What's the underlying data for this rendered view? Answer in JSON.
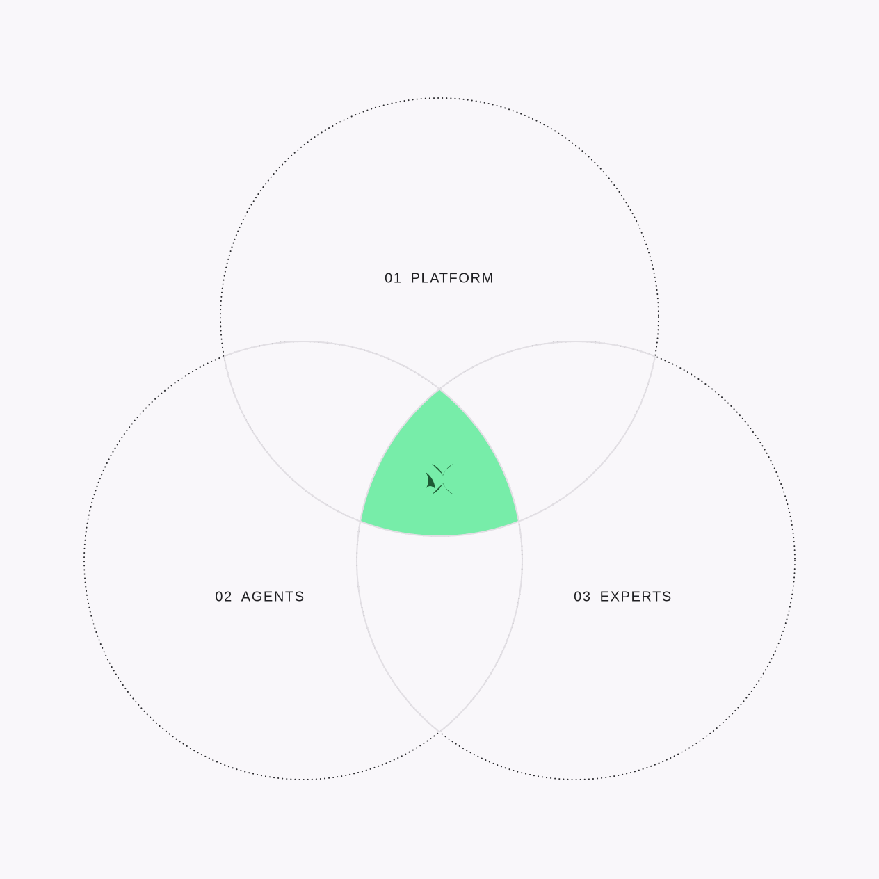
{
  "diagram": {
    "circles": [
      {
        "id": "platform",
        "number": "01",
        "name": "PLATFORM"
      },
      {
        "id": "agents",
        "number": "02",
        "name": "AGENTS"
      },
      {
        "id": "experts",
        "number": "03",
        "name": "EXPERTS"
      }
    ],
    "center": {
      "icon": "brand-logo-icon"
    }
  },
  "colors": {
    "background": "#f9f7fa",
    "dotted_outline": "#2a2a2e",
    "inner_outline": "#e2dfe4",
    "center_fill": "#77eda9",
    "center_icon": "#1d5a34",
    "text": "#1f1f22"
  }
}
